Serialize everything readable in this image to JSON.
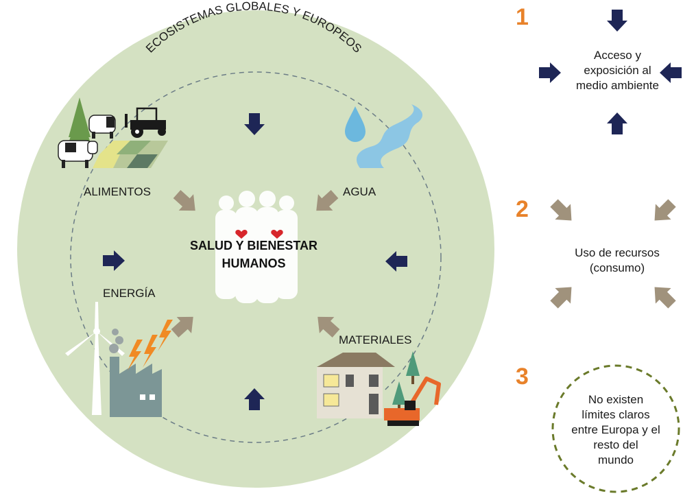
{
  "ring_label": "ECOSISTEMAS GLOBALES Y EUROPEOS",
  "center": {
    "line1": "SALUD Y BIENESTAR",
    "line2": "HUMANOS"
  },
  "labels": {
    "food": "ALIMENTOS",
    "water": "AGUA",
    "energy": "ENERGÍA",
    "materials": "MATERIALES"
  },
  "legend": {
    "step1": {
      "number": "1",
      "line1": "Acceso y",
      "line2": "exposición al",
      "line3": "medio ambiente"
    },
    "step2": {
      "number": "2",
      "line1": "Uso de recursos",
      "line2": "(consumo)"
    },
    "step3": {
      "number": "3",
      "line1": "No existen",
      "line2": "límites claros",
      "line3": "entre Europa y el",
      "line4": "resto del",
      "line5": "mundo"
    }
  },
  "colors": {
    "circle_fill": "#d4e1c2",
    "navy_arrow": "#1e2656",
    "tan_arrow": "#a0927c",
    "step_number": "#e8822a",
    "dashed_circle": "#6a7a2a"
  },
  "icons": [
    "tree-icon",
    "cow-icon",
    "tractor-icon",
    "field-icon",
    "water-drop-icon",
    "river-icon",
    "people-icon",
    "wind-turbine-icon",
    "factory-icon",
    "lightning-icon",
    "house-icon",
    "excavator-icon"
  ]
}
